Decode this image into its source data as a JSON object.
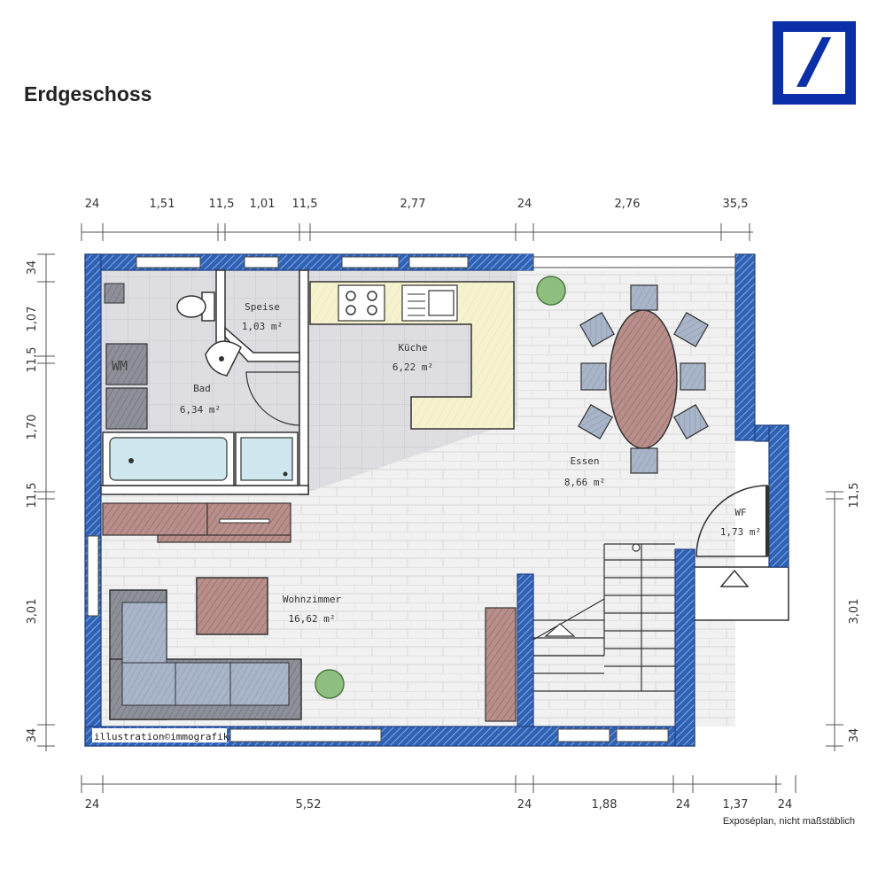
{
  "header": {
    "title": "Erdgeschoss"
  },
  "footer": {
    "disclaimer": "Exposéplan, nicht maßstäblich",
    "credit": "illustration©immografik"
  },
  "brand": {
    "wall_color": "#2f62b5",
    "logo_color": "#0b2fa8",
    "icon": "deutsche-bank-logo-icon"
  },
  "rooms": {
    "bad": {
      "name": "Bad",
      "area": "6,34 m²"
    },
    "speise": {
      "name": "Speise",
      "area": "1,03 m²"
    },
    "kueche": {
      "name": "Küche",
      "area": "6,22 m²"
    },
    "essen": {
      "name": "Essen",
      "area": "8,66 m²"
    },
    "wf": {
      "name": "WF",
      "area": "1,73 m²"
    },
    "wohnzimmer": {
      "name": "Wohnzimmer",
      "area": "16,62 m²"
    }
  },
  "fixtures": {
    "washing_machine": "WM"
  },
  "dimensions": {
    "top": [
      "24",
      "1,51",
      "11,5",
      "1,01",
      "11,5",
      "2,77",
      "24",
      "2,76",
      "35,5"
    ],
    "bottom": [
      "24",
      "5,52",
      "24",
      "1,88",
      "24",
      "1,37",
      "24"
    ],
    "left": [
      "34",
      "1,07",
      "11,5",
      "1,70",
      "11,5",
      "3,01",
      "34"
    ],
    "right": [
      "11,5",
      "3,01",
      "34"
    ]
  }
}
